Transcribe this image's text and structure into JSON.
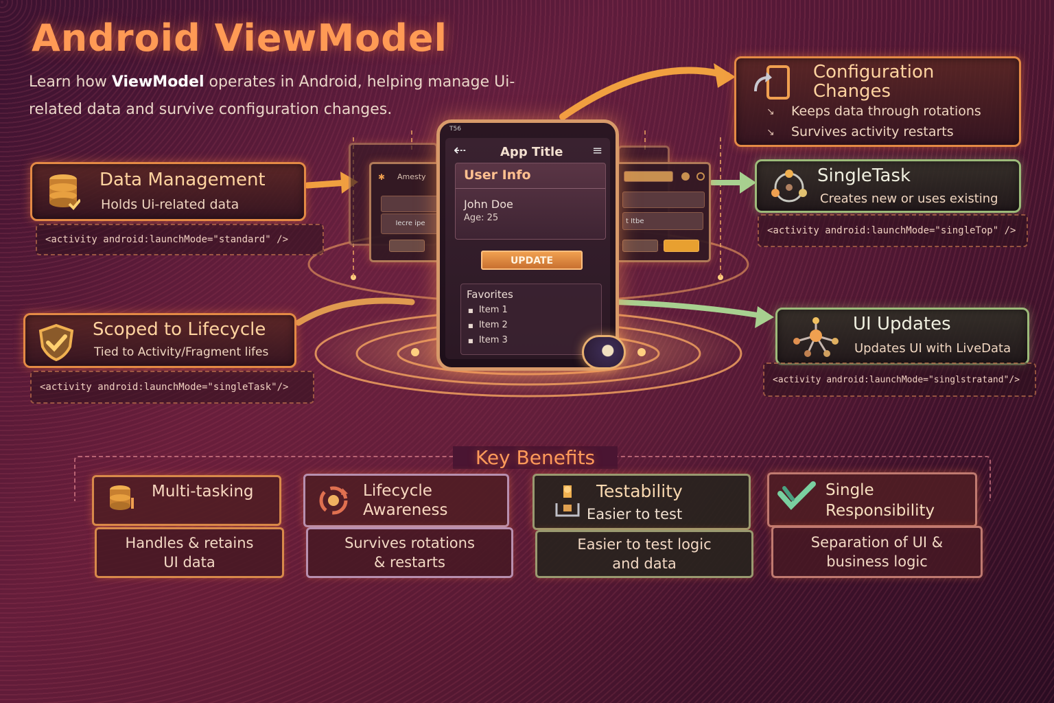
{
  "title": "Android ViewModel",
  "subtitle": {
    "pre": "Learn how ",
    "bold": "ViewModel",
    "post": " operates in Android, helping manage Ui-related data and survive configuration changes."
  },
  "cards": {
    "data_management": {
      "title": "Data Management",
      "subtitle": "Holds Ui-related data",
      "code": "<activity android:launchMode=\"standard\" />"
    },
    "scoped_lifecycle": {
      "title": "Scoped to Lifecycle",
      "subtitle": "Tied to Activity/Fragment lifes",
      "code": "<activity android:launchMode=\"singleTask\"/>"
    },
    "config_changes": {
      "title": "Configuration Changes",
      "line1": "Keeps data through rotations",
      "line2": "Survives activity restarts"
    },
    "single_task": {
      "title": "SingleTask",
      "subtitle": "Creates new or uses existing",
      "code": "<activity android:launchMode=\"singleTop\" />"
    },
    "ui_updates": {
      "title": "UI Updates",
      "subtitle": "Updates UI with LiveData",
      "code": "<activity android:launchMode=\"singlstratand\"/>"
    }
  },
  "phone": {
    "status": "T56",
    "back_icon": "back-arrow-icon",
    "app_title": "App Title",
    "section_title": "User Info",
    "name": "John Doe",
    "age": "Age: 25",
    "update_button": "UPDATE",
    "favorites_title": "Favorites",
    "items": [
      "Item 1",
      "Item 2",
      "Item 3"
    ]
  },
  "background_windows": {
    "left_title": "Amesty",
    "left_field": "Iecre ipe",
    "right_field": "t Itbe"
  },
  "key_benefits": {
    "title": "Key Benefits",
    "items": [
      {
        "title": "Multi-tasking",
        "desc": "Handles & retains\nUI data"
      },
      {
        "title": "Lifecycle\nAwareness",
        "desc": "Survives rotations\n& restarts"
      },
      {
        "title": "Testability",
        "subtitle": "Easier to test",
        "desc": "Easier to test logic\nand data"
      },
      {
        "title": "Single\nResponsibility",
        "desc": "Separation of UI &\nbusiness logic"
      }
    ]
  },
  "colors": {
    "accent": "#ff9a55",
    "green_accent": "#9dbb7a",
    "background": "#4a1530"
  }
}
